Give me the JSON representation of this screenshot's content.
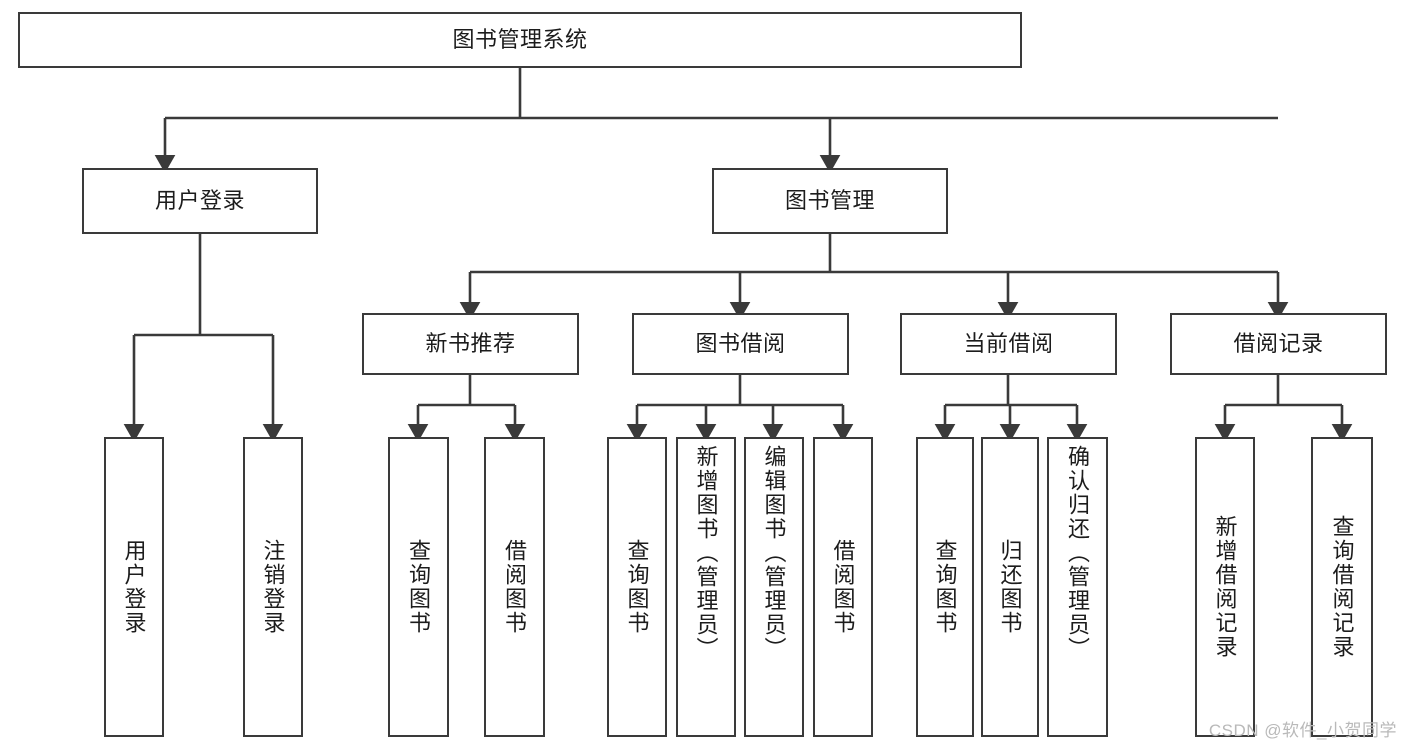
{
  "diagram": {
    "title": "图书管理系统",
    "type": "tree-hierarchy-chart",
    "watermark": "CSDN @软件_小贺同学",
    "colors": {
      "box_border": "#3a3a3a",
      "connector": "#3a3a3a",
      "background": "#ffffff",
      "text": "#1c1c1c",
      "watermark": "#b9b9b9"
    },
    "nodes": {
      "root": {
        "label": "图书管理系统"
      },
      "level2": [
        {
          "id": "user-login",
          "label": "用户登录"
        },
        {
          "id": "book-management",
          "label": "图书管理"
        }
      ],
      "level3": [
        {
          "id": "new-book-recommend",
          "label": "新书推荐"
        },
        {
          "id": "book-borrow",
          "label": "图书借阅"
        },
        {
          "id": "current-borrow",
          "label": "当前借阅"
        },
        {
          "id": "borrow-record",
          "label": "借阅记录"
        }
      ],
      "leaves": [
        {
          "id": "leaf-user-login",
          "label": "用户登录",
          "parent": "user-login"
        },
        {
          "id": "leaf-logout-login",
          "label": "注销登录",
          "parent": "user-login"
        },
        {
          "id": "leaf-query-book-1",
          "label": "查询图书",
          "parent": "new-book-recommend"
        },
        {
          "id": "leaf-borrow-book-1",
          "label": "借阅图书",
          "parent": "new-book-recommend"
        },
        {
          "id": "leaf-query-book-2",
          "label": "查询图书",
          "parent": "book-borrow"
        },
        {
          "id": "leaf-add-book",
          "label": "新增图书（管理员）",
          "parent": "book-borrow"
        },
        {
          "id": "leaf-edit-book",
          "label": "编辑图书（管理员）",
          "parent": "book-borrow"
        },
        {
          "id": "leaf-borrow-book-2",
          "label": "借阅图书",
          "parent": "book-borrow"
        },
        {
          "id": "leaf-query-book-3",
          "label": "查询图书",
          "parent": "current-borrow"
        },
        {
          "id": "leaf-return-book",
          "label": "归还图书",
          "parent": "current-borrow"
        },
        {
          "id": "leaf-confirm-return",
          "label": "确认归还（管理员）",
          "parent": "current-borrow"
        },
        {
          "id": "leaf-add-record",
          "label": "新增借阅记录",
          "parent": "borrow-record"
        },
        {
          "id": "leaf-query-record",
          "label": "查询借阅记录",
          "parent": "borrow-record"
        }
      ]
    }
  }
}
